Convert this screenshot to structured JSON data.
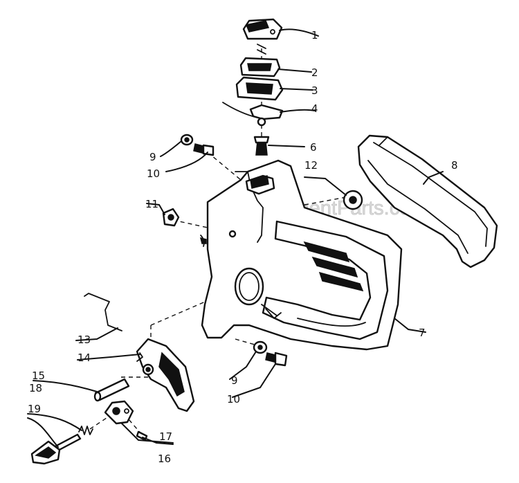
{
  "watermark": "eReplacementParts.com",
  "colors": {
    "ink": "#111111",
    "paper": "#ffffff",
    "watermark": "#d9d9d9"
  },
  "callouts": {
    "c1": "1",
    "c2": "2",
    "c3": "3",
    "c4": "4",
    "c6": "6",
    "c7": "7",
    "c8": "8",
    "c9a": "9",
    "c10a": "10",
    "c11": "11",
    "c12": "12",
    "c13": "13",
    "c14": "14",
    "c15": "15",
    "c16": "16",
    "c17": "17",
    "c18": "18",
    "c19": "19",
    "c9b": "9",
    "c10b": "10"
  }
}
